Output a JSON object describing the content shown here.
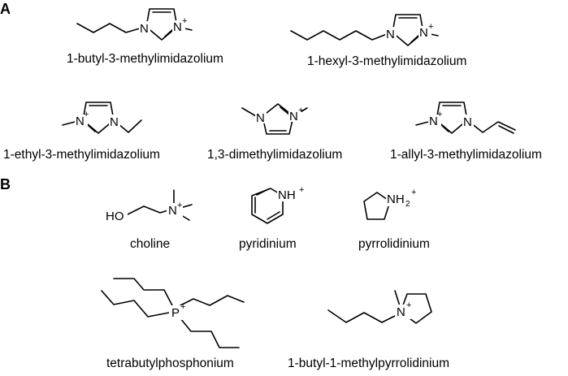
{
  "panels": {
    "a": "A",
    "b": "B"
  },
  "names": {
    "bmim": "1-butyl-3-methylimidazolium",
    "hmim": "1-hexyl-3-methylimidazolium",
    "emim": "1-ethyl-3-methylimidazolium",
    "dmim": "1,3-dimethylimidazolium",
    "amim": "1-allyl-3-methylimidazolium",
    "choline": "choline",
    "pyridinium": "pyridinium",
    "pyrrolidinium": "pyrrolidinium",
    "tbp": "tetrabutylphosphonium",
    "bmpyr": "1-butyl-1-methylpyrrolidinium"
  },
  "atoms": {
    "n": "N",
    "plus": "+",
    "ho": "HO",
    "nh": "NH",
    "h": "H",
    "two": "2",
    "p": "P"
  }
}
